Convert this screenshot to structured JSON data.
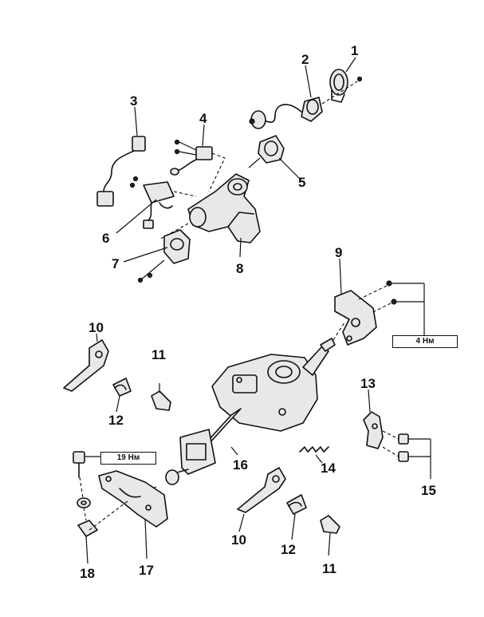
{
  "callouts": {
    "c1": "1",
    "c2": "2",
    "c3": "3",
    "c4": "4",
    "c5": "5",
    "c6": "6",
    "c7": "7",
    "c8": "8",
    "c9": "9",
    "c10a": "10",
    "c10b": "10",
    "c11a": "11",
    "c11b": "11",
    "c12a": "12",
    "c12b": "12",
    "c13": "13",
    "c14": "14",
    "c15": "15",
    "c16": "16",
    "c17": "17",
    "c18": "18"
  },
  "torque": {
    "t4": "4 Нм",
    "t19": "19 Нм"
  }
}
